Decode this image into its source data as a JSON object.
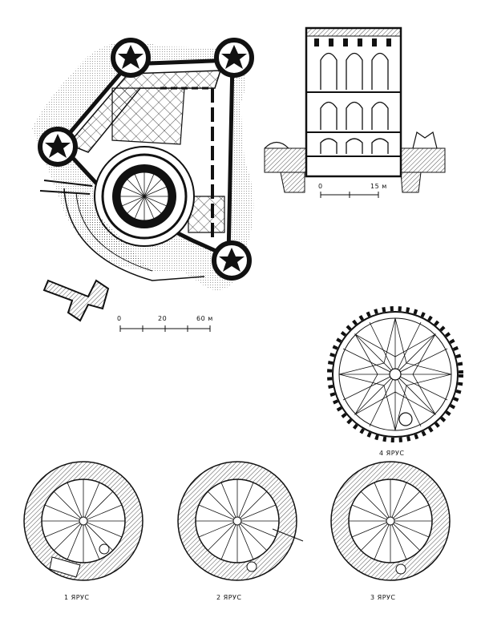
{
  "scale_main": {
    "tick0": "0",
    "tick1": "20",
    "tick2": "60 м"
  },
  "scale_section": {
    "tick0": "0",
    "tick1": "15 м"
  },
  "tier_labels": {
    "t1": "1 ЯРУС",
    "t2": "2 ЯРУС",
    "t3": "3 ЯРУС",
    "t4": "4 ЯРУС"
  }
}
